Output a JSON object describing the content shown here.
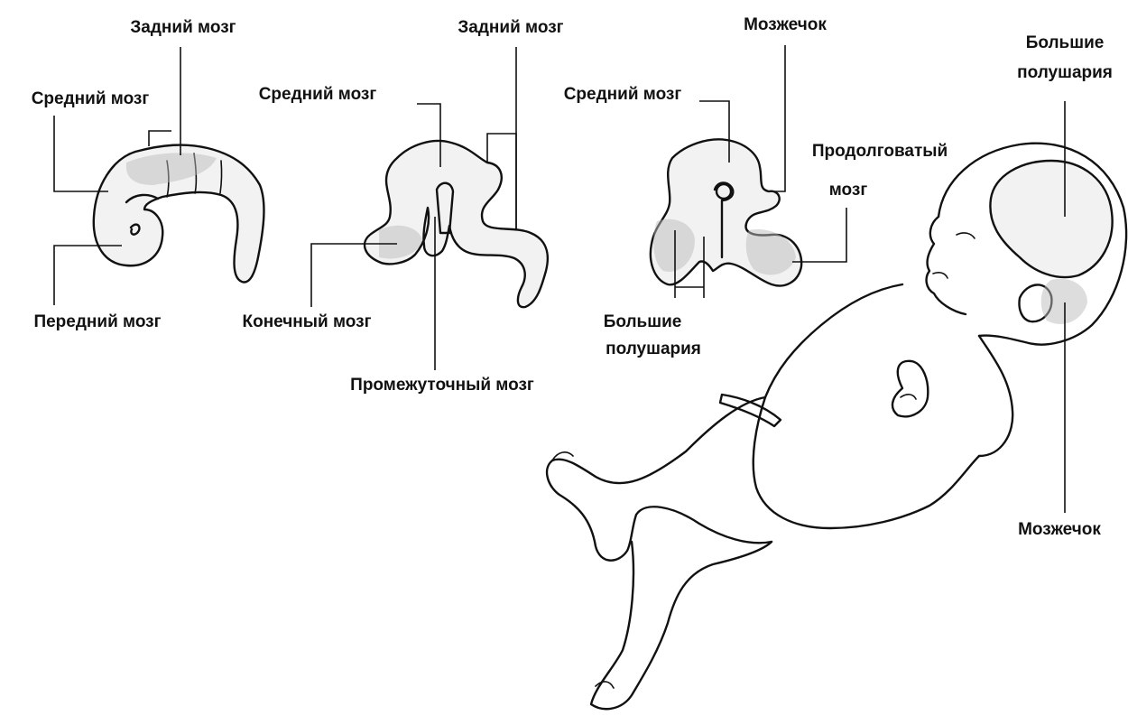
{
  "stage1": {
    "hindbrain": "Задний мозг",
    "midbrain": "Средний мозг",
    "forebrain": "Передний мозг"
  },
  "stage2": {
    "hindbrain": "Задний мозг",
    "midbrain": "Средний мозг",
    "telencephalon": "Конечный мозг",
    "diencephalon": "Промежуточный мозг"
  },
  "stage3": {
    "cerebellum": "Мозжечок",
    "midbrain": "Средний мозг",
    "medulla_line1": "Продолговатый",
    "medulla_line2": "мозг",
    "hemispheres_line1": "Большие",
    "hemispheres_line2": "полушария"
  },
  "infant": {
    "hemispheres_line1": "Большие",
    "hemispheres_line2": "полушария",
    "cerebellum": "Мозжечок"
  }
}
